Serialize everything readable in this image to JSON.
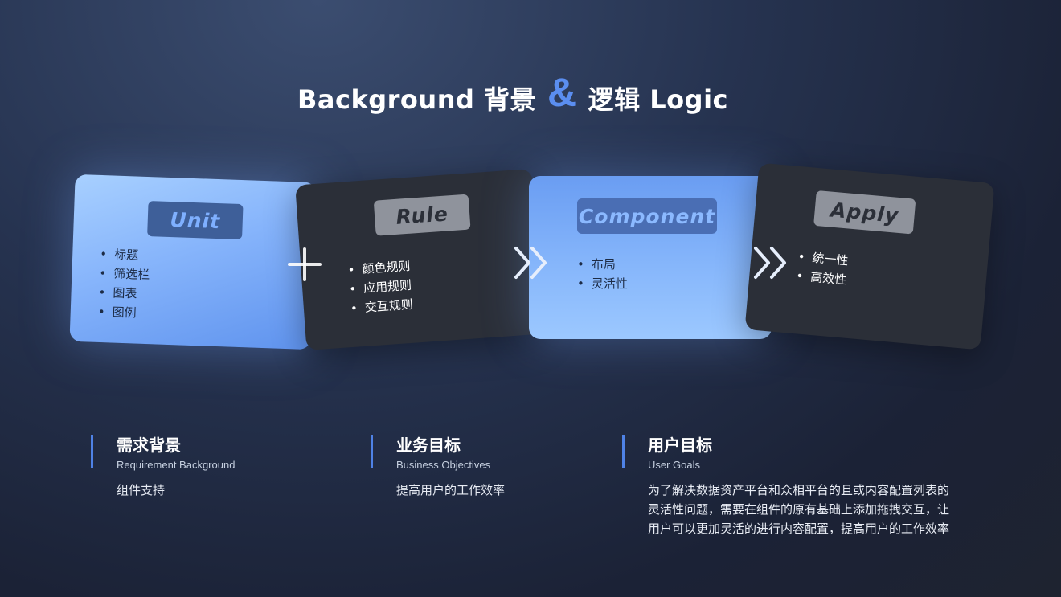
{
  "title": {
    "left": "Background 背景",
    "amp": "&",
    "right": "逻辑 Logic"
  },
  "cards": [
    {
      "tag": "Unit",
      "items": [
        "标题",
        "筛选栏",
        "图表",
        "图例"
      ]
    },
    {
      "tag": "Rule",
      "items": [
        "颜色规则",
        "应用规则",
        "交互规则"
      ]
    },
    {
      "tag": "Component",
      "items": [
        "布局",
        "灵活性"
      ]
    },
    {
      "tag": "Apply",
      "items": [
        "统一性",
        "高效性"
      ]
    }
  ],
  "sections": [
    {
      "title": "需求背景",
      "subtitle": "Requirement Background",
      "desc": [
        "组件支持"
      ]
    },
    {
      "title": "业务目标",
      "subtitle": "Business Objectives",
      "desc": [
        "提高用户的工作效率"
      ]
    },
    {
      "title": "用户目标",
      "subtitle": "User Goals",
      "desc": [
        "为了解决数据资产平台和众相平台的且或内容配置列表的",
        "灵活性问题，需要在组件的原有基础上添加拖拽交互，让",
        "用户可以更加灵活的进行内容配置，提高用户的工作效率"
      ]
    }
  ],
  "colors": {
    "accent": "#5b8ef0",
    "card_dark": "#2b2f38",
    "card_light": "#86b4fb",
    "section_bar": "#4f82e6"
  },
  "icons": [
    "plus-icon",
    "double-chevron-right-icon"
  ]
}
